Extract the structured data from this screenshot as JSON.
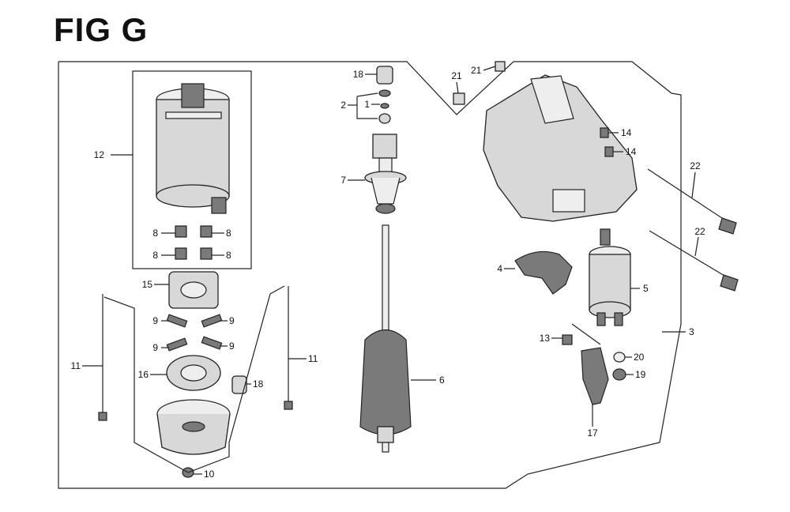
{
  "title": "FIG G",
  "callouts": [
    {
      "id": "c1",
      "text": "1"
    },
    {
      "id": "c2",
      "text": "2"
    },
    {
      "id": "c3",
      "text": "3"
    },
    {
      "id": "c4",
      "text": "4"
    },
    {
      "id": "c5",
      "text": "5"
    },
    {
      "id": "c6",
      "text": "6"
    },
    {
      "id": "c7",
      "text": "7"
    },
    {
      "id": "c8a",
      "text": "8"
    },
    {
      "id": "c8b",
      "text": "8"
    },
    {
      "id": "c8c",
      "text": "8"
    },
    {
      "id": "c8d",
      "text": "8"
    },
    {
      "id": "c9a",
      "text": "9"
    },
    {
      "id": "c9b",
      "text": "9"
    },
    {
      "id": "c9c",
      "text": "9"
    },
    {
      "id": "c9d",
      "text": "9"
    },
    {
      "id": "c10",
      "text": "10"
    },
    {
      "id": "c11a",
      "text": "11"
    },
    {
      "id": "c11b",
      "text": "11"
    },
    {
      "id": "c12",
      "text": "12"
    },
    {
      "id": "c13",
      "text": "13"
    },
    {
      "id": "c14a",
      "text": "14"
    },
    {
      "id": "c14b",
      "text": "14"
    },
    {
      "id": "c15",
      "text": "15"
    },
    {
      "id": "c16",
      "text": "16"
    },
    {
      "id": "c17",
      "text": "17"
    },
    {
      "id": "c18a",
      "text": "18"
    },
    {
      "id": "c18b",
      "text": "18"
    },
    {
      "id": "c19",
      "text": "19"
    },
    {
      "id": "c20",
      "text": "20"
    },
    {
      "id": "c21a",
      "text": "21"
    },
    {
      "id": "c21b",
      "text": "21"
    },
    {
      "id": "c22a",
      "text": "22"
    },
    {
      "id": "c22b",
      "text": "22"
    }
  ]
}
